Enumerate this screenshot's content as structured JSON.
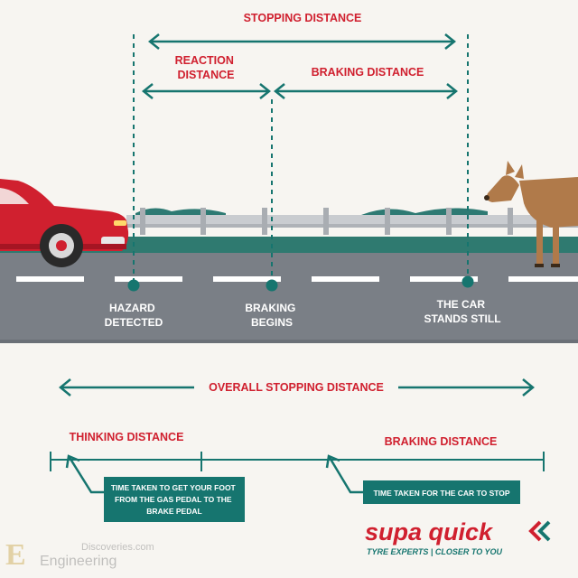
{
  "colors": {
    "accent_red": "#d0202f",
    "teal": "#16756f",
    "road": "#7a7f86",
    "background": "#f7f5f1"
  },
  "top": {
    "stopping_distance": "STOPPING DISTANCE",
    "reaction_distance_line1": "REACTION",
    "reaction_distance_line2": "DISTANCE",
    "braking_distance": "BRAKING DISTANCE"
  },
  "markers": {
    "hazard_line1": "HAZARD",
    "hazard_line2": "DETECTED",
    "braking_line1": "BRAKING",
    "braking_line2": "BEGINS",
    "still_line1": "THE CAR",
    "still_line2": "STANDS STILL"
  },
  "bottom": {
    "overall_stopping_distance": "OVERALL STOPPING DISTANCE",
    "thinking_distance": "THINKING DISTANCE",
    "braking_distance": "BRAKING DISTANCE",
    "thinking_note_line1": "TIME TAKEN TO GET YOUR FOOT",
    "thinking_note_line2": "FROM THE GAS PEDAL TO THE",
    "thinking_note_line3": "BRAKE PEDAL",
    "braking_note": "TIME TAKEN FOR THE CAR TO STOP"
  },
  "brand": {
    "name": "supa quick",
    "tagline": "TYRE EXPERTS  |  CLOSER TO YOU"
  },
  "watermark": {
    "line1": "Discoveries.com",
    "line2": "Engineering"
  }
}
